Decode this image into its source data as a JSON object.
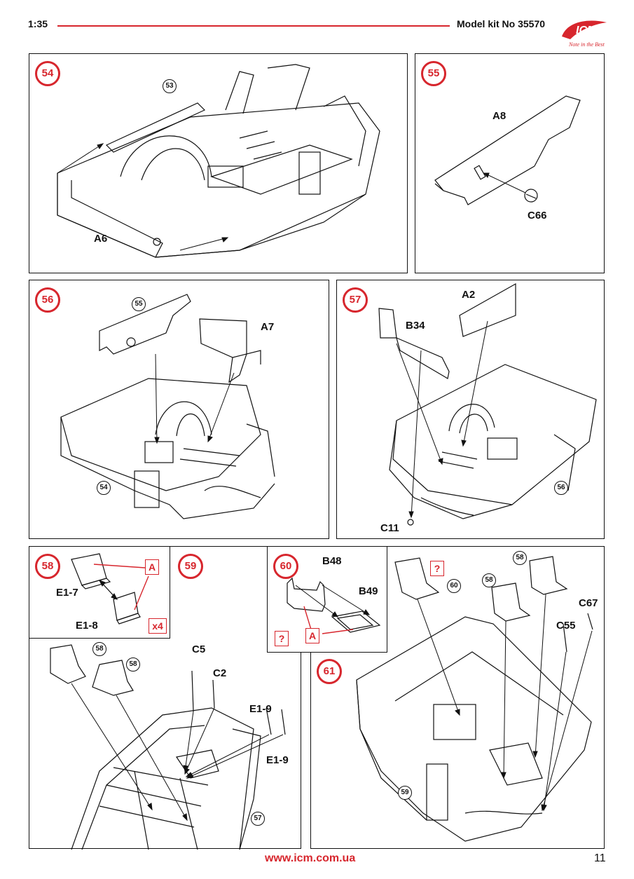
{
  "header": {
    "scale": "1:35",
    "kit": "Model kit No 35570",
    "logo_text": "ICM",
    "logo_tagline": "Note in the Best"
  },
  "steps": {
    "s54": {
      "num": "54",
      "ref": "53",
      "part": "A6"
    },
    "s55": {
      "num": "55",
      "part_a": "A8",
      "part_b": "C66"
    },
    "s56": {
      "num": "56",
      "ref_top": "55",
      "ref_bottom": "54",
      "part": "A7"
    },
    "s57": {
      "num": "57",
      "part_a": "A2",
      "part_b": "B34",
      "part_c": "C11",
      "ref": "56"
    },
    "s58": {
      "num": "58",
      "part_a": "E1-7",
      "part_b": "E1-8",
      "badge": "A",
      "mult": "x4"
    },
    "s59": {
      "num": "59",
      "ref_seat1": "58",
      "ref_seat2": "58",
      "ref_body": "57",
      "part_c5": "C5",
      "part_c2": "C2",
      "part_e19a": "E1-9",
      "part_e19b": "E1-9"
    },
    "s60": {
      "num": "60",
      "part_a": "B48",
      "part_b": "B49",
      "badge_q": "?",
      "badge_a": "A"
    },
    "s61": {
      "num": "61",
      "badge_q": "?",
      "ref_seat60": "60",
      "ref_seat58a": "58",
      "ref_seat58b": "58",
      "ref_body": "59",
      "part_c67": "C67",
      "part_c55": "C55"
    }
  },
  "colors": {
    "accent": "#d7262d",
    "line": "#111111"
  },
  "footer": {
    "url": "www.icm.com.ua",
    "page": "11"
  }
}
